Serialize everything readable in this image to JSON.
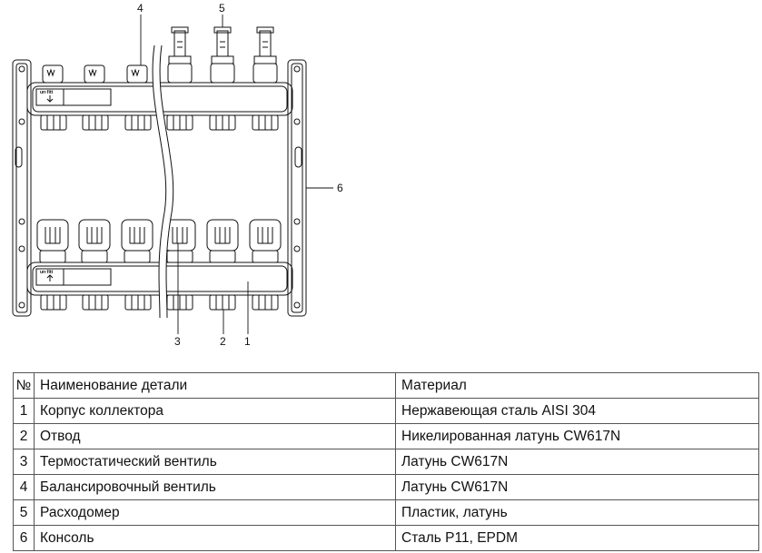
{
  "drawing": {
    "brand_mark": "un·fitt",
    "callouts": [
      "1",
      "2",
      "3",
      "4",
      "5",
      "6"
    ]
  },
  "table": {
    "headers": [
      "№",
      "Наименование детали",
      "Материал"
    ],
    "rows": [
      {
        "no": "1",
        "name": "Корпус коллектора",
        "material": "Нержавеющая сталь AISI 304"
      },
      {
        "no": "2",
        "name": "Отвод",
        "material": "Никелированная латунь CW617N"
      },
      {
        "no": "3",
        "name": "Термостатический вентиль",
        "material": "Латунь CW617N"
      },
      {
        "no": "4",
        "name": "Балансировочный вентиль",
        "material": "Латунь CW617N"
      },
      {
        "no": "5",
        "name": "Расходомер",
        "material": "Пластик, латунь"
      },
      {
        "no": "6",
        "name": "Консоль",
        "material": "Сталь P11, EPDM"
      }
    ]
  }
}
